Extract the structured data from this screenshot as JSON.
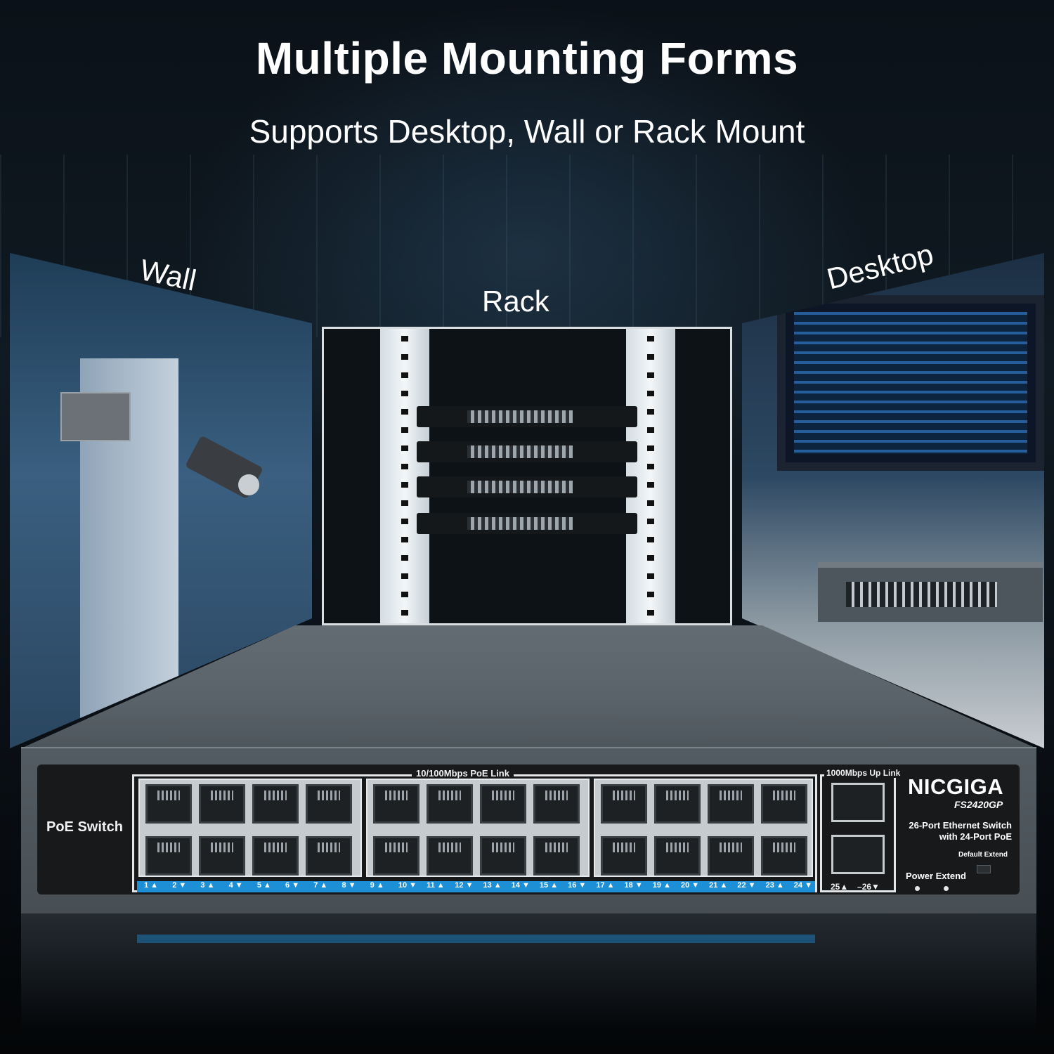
{
  "headline": "Multiple Mounting Forms",
  "subheadline": "Supports Desktop, Wall or Rack Mount",
  "panels": {
    "wall": "Wall",
    "rack": "Rack",
    "desktop": "Desktop"
  },
  "switch": {
    "poe_label": "PoE Switch",
    "link_label": "10/100Mbps  PoE Link",
    "uplink_label": "1000Mbps Up Link",
    "brand": "NICGIGA",
    "model": "FS2420GP",
    "desc_line1": "26-Port Ethernet Switch",
    "desc_line2": "with 24-Port PoE",
    "default_extend": "Default  Extend",
    "power_extend": "Power Extend",
    "port_numbers": [
      "1",
      "2",
      "3",
      "4",
      "5",
      "6",
      "7",
      "8",
      "9",
      "10",
      "11",
      "12",
      "13",
      "14",
      "15",
      "16",
      "17",
      "18",
      "19",
      "20",
      "21",
      "22",
      "23",
      "24"
    ],
    "uplink_numbers": [
      "25",
      "26"
    ]
  },
  "colors": {
    "accent_blue": "#1c8fd6",
    "text": "#ffffff"
  }
}
